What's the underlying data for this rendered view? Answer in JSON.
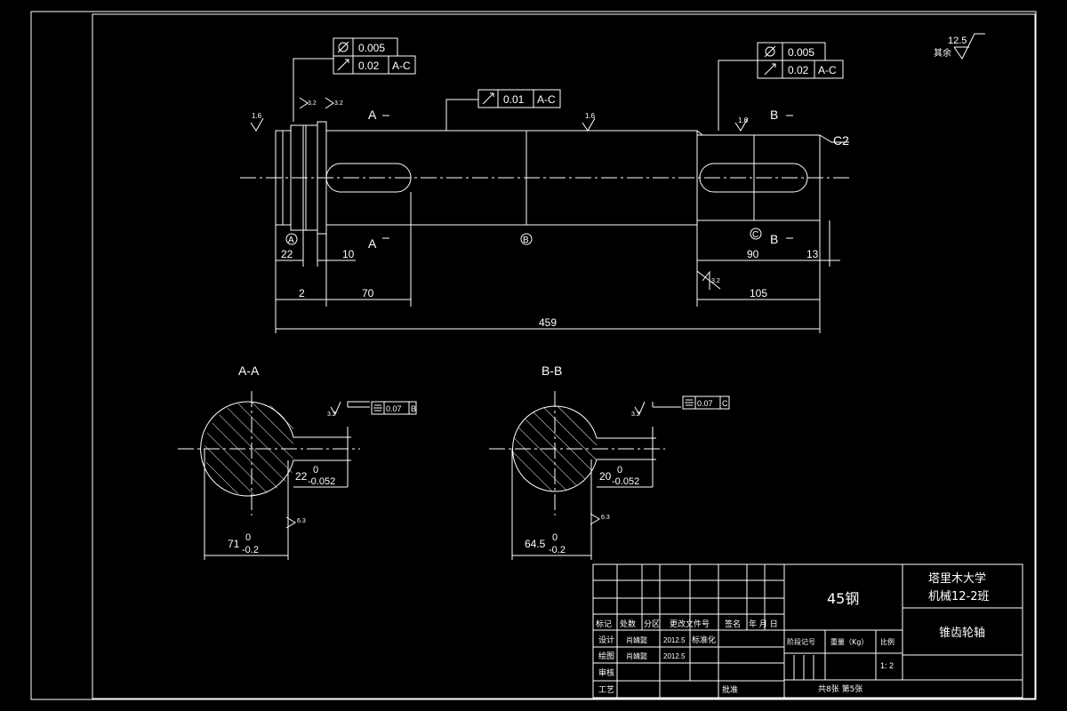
{
  "surface_roughness_default": {
    "value": "12.5",
    "label": "其余"
  },
  "main_view": {
    "tolerance_frames": [
      {
        "rows": [
          {
            "symbol": "circularity-icon",
            "value": "0.005"
          },
          {
            "symbol": "runout-icon",
            "value": "0.02",
            "datum": "A-C"
          }
        ]
      },
      {
        "rows": [
          {
            "symbol": "runout-icon",
            "value": "0.01",
            "datum": "A-C"
          }
        ]
      },
      {
        "rows": [
          {
            "symbol": "circularity-icon",
            "value": "0.005"
          },
          {
            "symbol": "runout-icon",
            "value": "0.02",
            "datum": "A-C"
          }
        ]
      }
    ],
    "roughness_marks": [
      "1.6",
      "3.2",
      "3.2",
      "1.6",
      "1.6",
      "3.2"
    ],
    "section_labels": {
      "a_top": "A",
      "a_bottom": "A",
      "b_top": "B",
      "b_bottom": "B"
    },
    "chamfer": "C2",
    "datums": {
      "a": "A",
      "b": "B",
      "c": "C"
    },
    "dimensions": {
      "d22": "22",
      "d10": "10",
      "d2": "2",
      "d70": "70",
      "d90": "90",
      "d13": "13",
      "d105": "105",
      "d459": "459"
    }
  },
  "section_aa": {
    "title": "A-A",
    "tolerance_frame": {
      "symbol": "symmetry-icon",
      "value": "0.07",
      "datum": "B"
    },
    "roughness_keyway_side": "3.2",
    "roughness_keyway_bottom": "6.3",
    "key_width": {
      "nominal": "22",
      "upper": "0",
      "lower": "-0.052"
    },
    "depth": {
      "nominal": "71",
      "upper": "0",
      "lower": "-0.2"
    }
  },
  "section_bb": {
    "title": "B-B",
    "tolerance_frame": {
      "symbol": "symmetry-icon",
      "value": "0.07",
      "datum": "C"
    },
    "roughness_keyway_side": "3.2",
    "roughness_keyway_bottom": "6.3",
    "key_width": {
      "nominal": "20",
      "upper": "0",
      "lower": "-0.052"
    },
    "depth": {
      "nominal": "64.5",
      "upper": "0",
      "lower": "-0.2"
    }
  },
  "title_block": {
    "school": "塔里木大学",
    "class_name": "机械12-2班",
    "material": "45钢",
    "part_name": "锥齿轮轴",
    "header_cells": [
      "标记",
      "处数",
      "分区",
      "更改文件号",
      "签名",
      "年 月 日"
    ],
    "design_label": "设计",
    "design_name": "肖婧懿",
    "design_date": "2012.5",
    "standardize_label": "标准化",
    "drawing_label": "绘图",
    "drawing_name": "肖婧懿",
    "drawing_date": "2012.5",
    "review_label": "审核",
    "process_label": "工艺",
    "approve_label": "批准",
    "stage_label": "阶段记号",
    "weight_label": "重量（Kg）",
    "scale_label": "比例",
    "scale_value": "1: 2",
    "sheets": "共8张  第5张"
  }
}
